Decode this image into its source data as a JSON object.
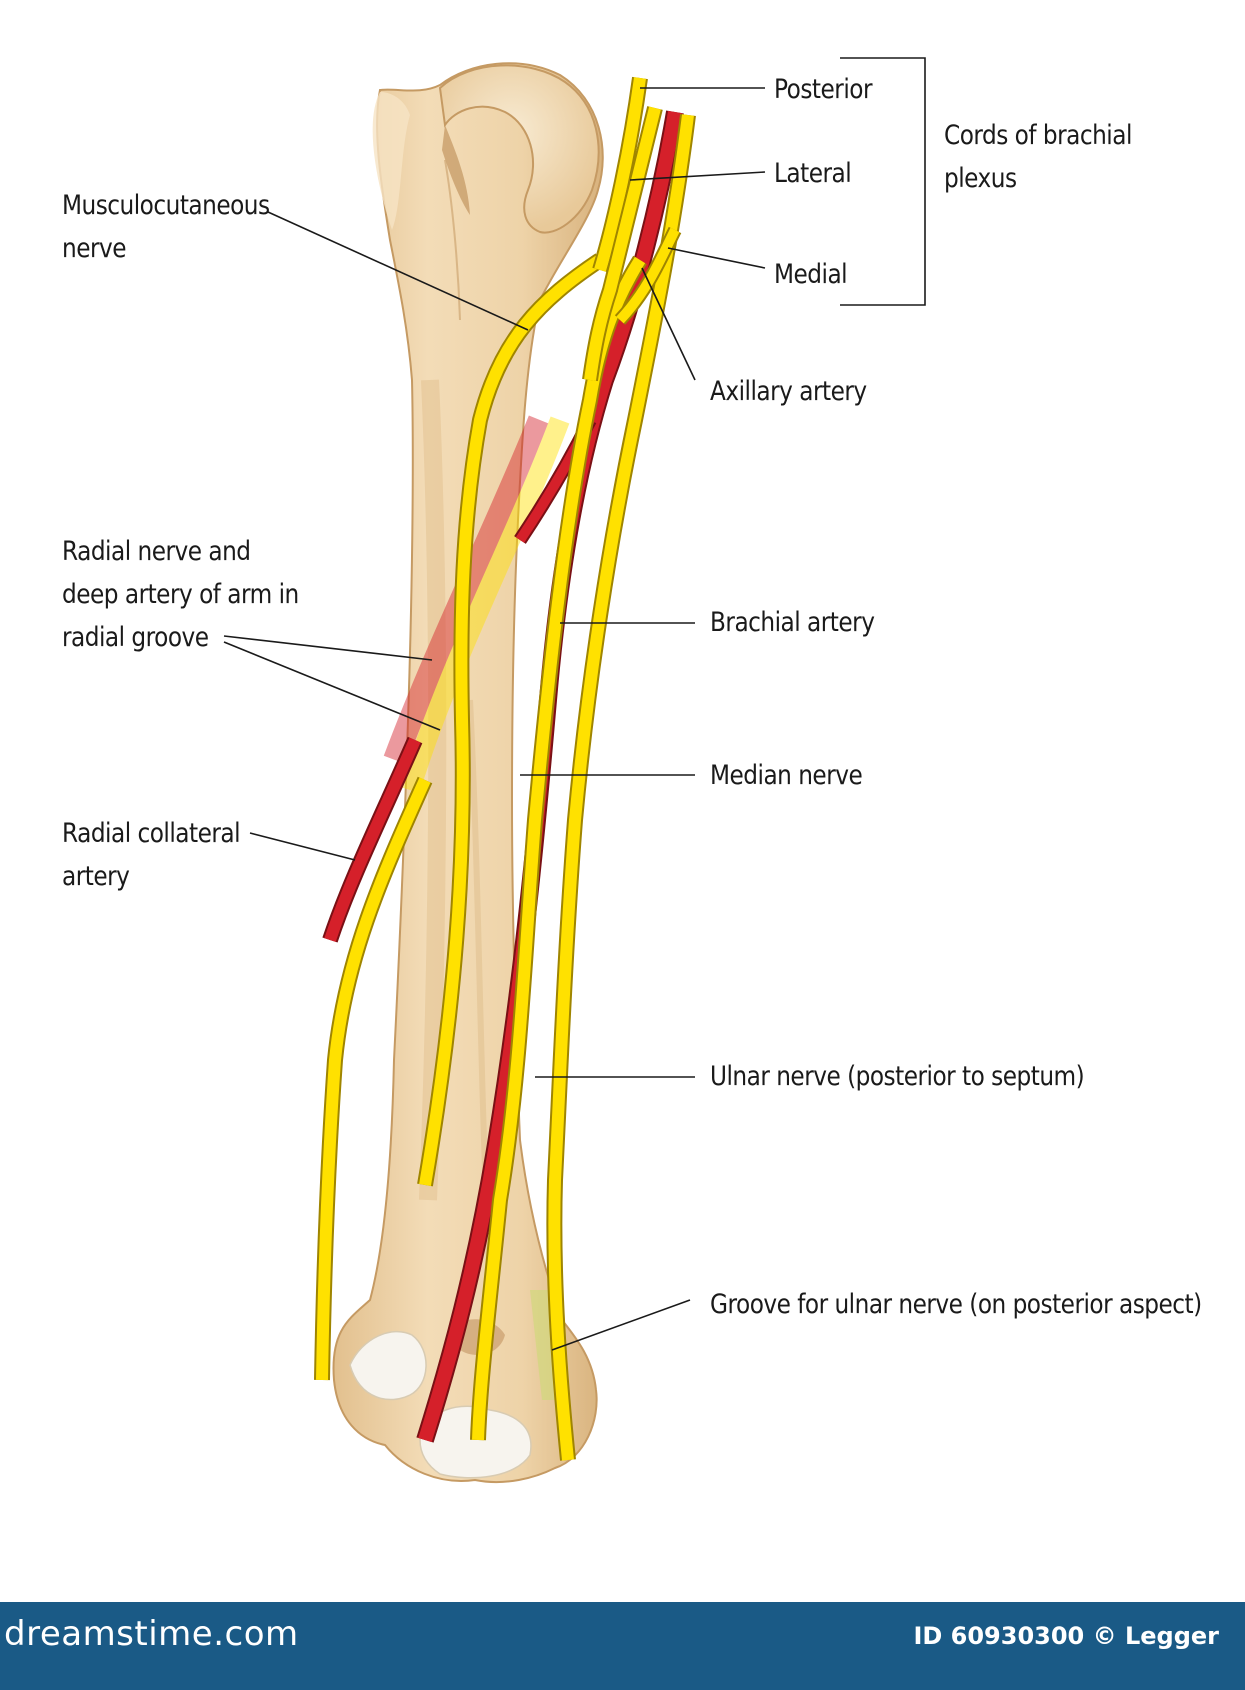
{
  "labels": {
    "posterior": "Posterior",
    "lateral": "Lateral",
    "medial": "Medial",
    "cords_line1": "Cords of brachial",
    "cords_line2": "plexus",
    "musculocutaneous_line1": "Musculocutaneous",
    "musculocutaneous_line2": "nerve",
    "axillary_artery": "Axillary artery",
    "radial_line1": "Radial nerve and",
    "radial_line2": "deep artery of arm in",
    "radial_line3": "radial groove",
    "brachial_artery": "Brachial artery",
    "median_nerve": "Median nerve",
    "radial_collateral_line1": "Radial collateral",
    "radial_collateral_line2": "artery",
    "ulnar_nerve": "Ulnar nerve (posterior to septum)",
    "groove_ulnar": "Groove for ulnar nerve (on posterior aspect)"
  },
  "footer": {
    "brand": "dreamstime.com",
    "id_text": "ID 60930300 © Legger"
  },
  "colors": {
    "bone": "#eed3a8",
    "bone_outline": "#c59a63",
    "nerve": "#ffe100",
    "nerve_outline": "#b89a00",
    "artery": "#d5202a",
    "artery_outline": "#7a1015",
    "footer_bg": "#1a5a86"
  }
}
